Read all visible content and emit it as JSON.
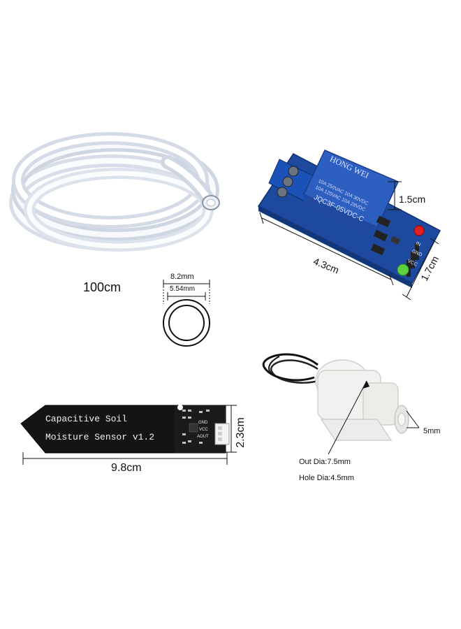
{
  "tube": {
    "length_label": "100cm",
    "outer_label": "8.2mm",
    "inner_label": "5.54mm"
  },
  "relay": {
    "brand": "HONG WEI",
    "rating_1": "10A 250VAC  10A 30VDC",
    "rating_2": "10A 125VAC  10A 28VDC",
    "model": "JQC3F-05VDC-C",
    "pin_in": "IN",
    "pin_gnd": "GND",
    "pin_vcc": "VCC",
    "height_label": "1.5cm",
    "length_label": "4.3cm",
    "width_label": "1.7cm"
  },
  "sensor": {
    "line1": "Capacitive Soil",
    "line2": "Moisture Sensor v1.2",
    "pin_gnd": "GND",
    "pin_vcc": "VCC",
    "pin_aout": "AOUT",
    "length_label": "9.8cm",
    "width_label": "2.3cm"
  },
  "pump": {
    "outer_dia": "Out Dia:7.5mm",
    "hole_dia": "Hole Dia:4.5mm",
    "outlet_label": "5mm"
  },
  "colors": {
    "relay_blue": "#2a55b0",
    "pcb_black": "#141414",
    "led_red": "#e02020",
    "led_green": "#60d040"
  }
}
